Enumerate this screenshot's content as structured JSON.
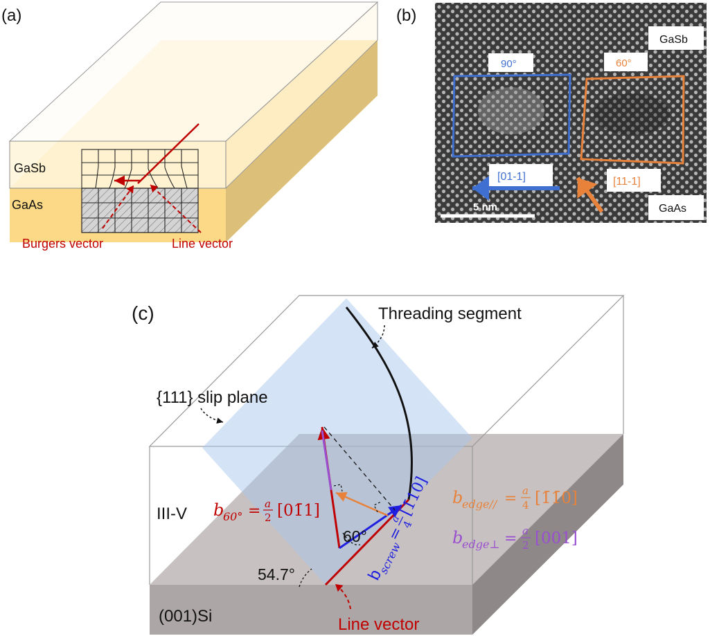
{
  "panel_labels": {
    "a": "(a)",
    "b": "(b)",
    "c": "(c)"
  },
  "panel_a": {
    "layer_top": "GaSb",
    "layer_bottom": "GaAs",
    "burgers_vector": "Burgers vector",
    "line_vector": "Line vector"
  },
  "panel_b": {
    "corner_top": "GaSb",
    "corner_bottom": "GaAs",
    "angle_left": "90°",
    "angle_right": "60°",
    "dir_left": "[01-1]",
    "dir_right": "[11-1]",
    "scale_bar": "5 nm",
    "colors": {
      "blue": "#3f6fd0",
      "orange": "#e8823a"
    }
  },
  "panel_c": {
    "threading_segment": "Threading segment",
    "slip_plane": "{111} slip plane",
    "layer_top": "III-V",
    "substrate": "(001)Si",
    "line_vector": "Line vector",
    "angle_60": "60°",
    "angle_547": "54.7°",
    "b60": {
      "sym": "b",
      "sub": "60°",
      "num": "a",
      "den": "2",
      "vec": "[01̄1]"
    },
    "bscrew": {
      "sym": "b",
      "sub": "screw",
      "num": "a",
      "den": "4",
      "vec": "[1̄10]"
    },
    "bedge_par": {
      "sym": "b",
      "sub": "edge//",
      "num": "a",
      "den": "4",
      "vec": "[1̄1̄0]"
    },
    "bedge_perp": {
      "sym": "b",
      "sub": "edge⊥",
      "num": "a",
      "den": "2",
      "vec": "[001]"
    },
    "colors": {
      "red": "#c00000",
      "blue": "#1f1fe0",
      "orange": "#e8823a",
      "purple": "#9a4fd0"
    }
  }
}
